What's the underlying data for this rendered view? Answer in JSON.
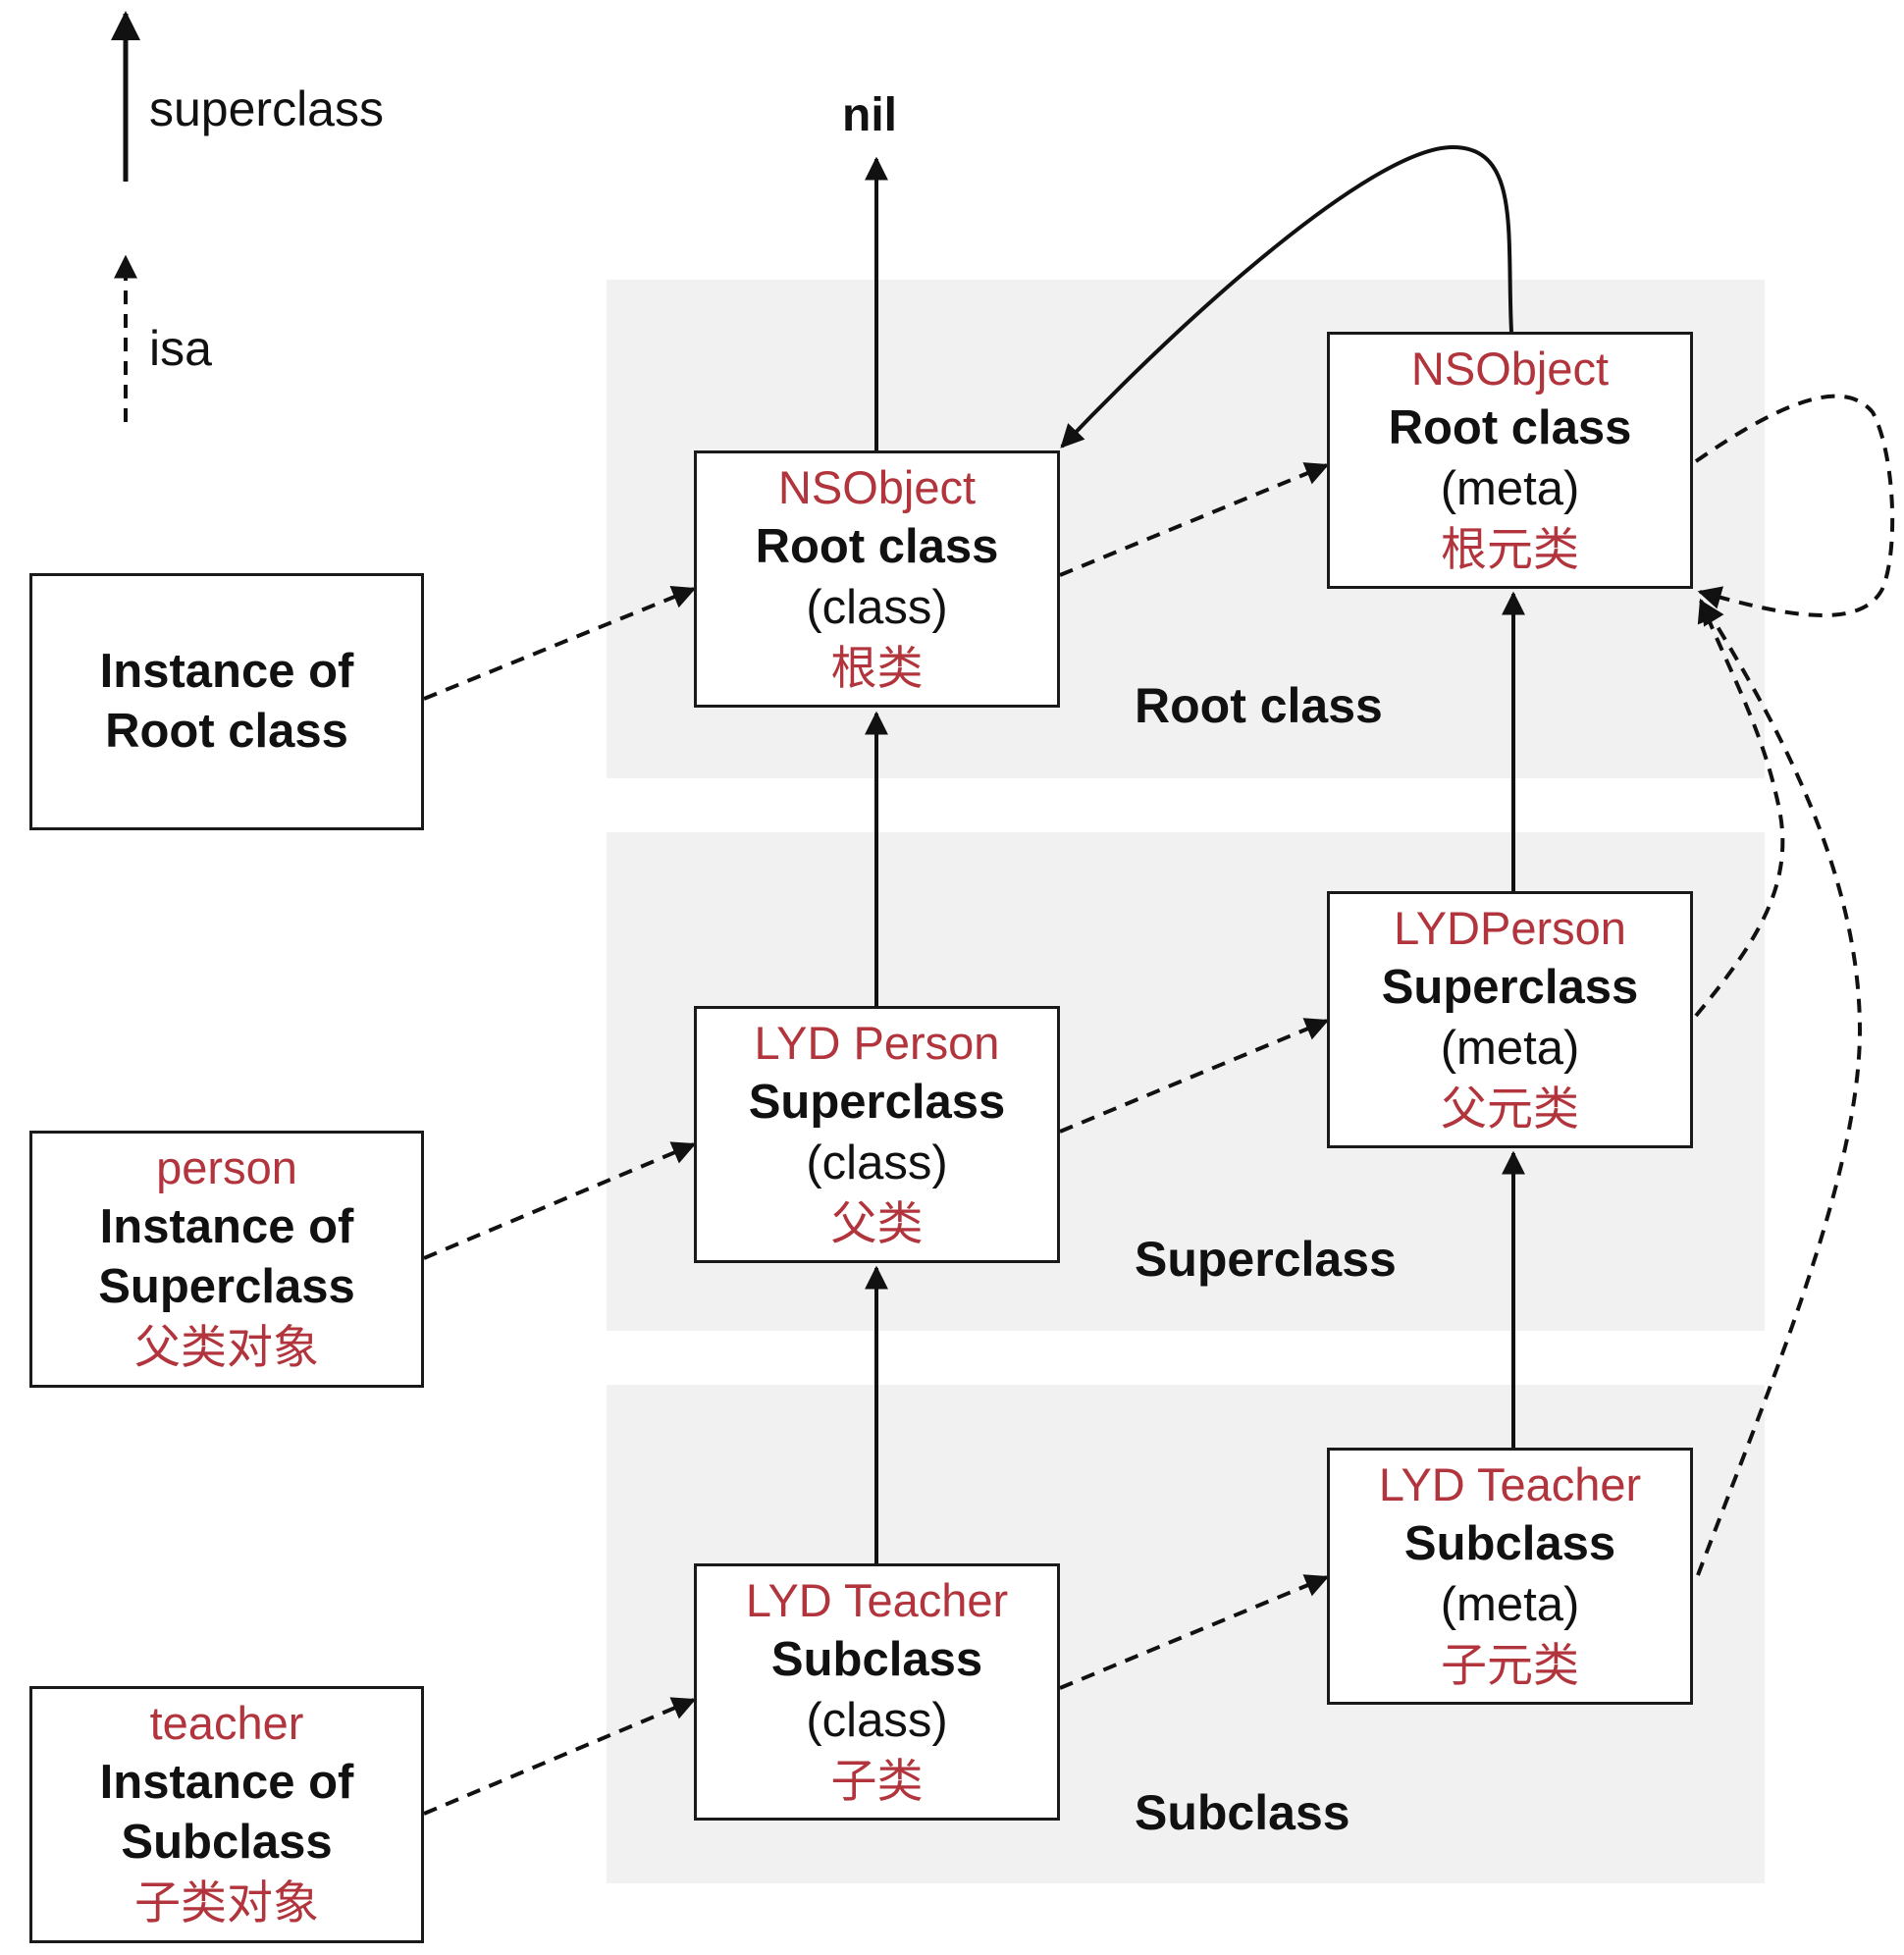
{
  "legend": {
    "superclass_label": "superclass",
    "isa_label": "isa"
  },
  "nil_label": "nil",
  "bands": {
    "root": "Root class",
    "super": "Superclass",
    "sub": "Subclass"
  },
  "instances": {
    "root": {
      "line1": "Instance of",
      "line2": "Root class"
    },
    "super": {
      "name": "person",
      "line1": "Instance of",
      "line2": "Superclass",
      "cn": "父类对象"
    },
    "sub": {
      "name": "teacher",
      "line1": "Instance of",
      "line2": "Subclass",
      "cn": "子类对象"
    }
  },
  "classes": {
    "root": {
      "name": "NSObject",
      "title": "Root class",
      "kind": "(class)",
      "cn": "根类"
    },
    "super": {
      "name": "LYD Person",
      "title": "Superclass",
      "kind": "(class)",
      "cn": "父类"
    },
    "sub": {
      "name": "LYD Teacher",
      "title": "Subclass",
      "kind": "(class)",
      "cn": "子类"
    }
  },
  "metas": {
    "root": {
      "name": "NSObject",
      "title": "Root class",
      "kind": "(meta)",
      "cn": "根元类"
    },
    "super": {
      "name": "LYDPerson",
      "title": "Superclass",
      "kind": "(meta)",
      "cn": "父元类"
    },
    "sub": {
      "name": "LYD Teacher",
      "title": "Subclass",
      "kind": "(meta)",
      "cn": "子元类"
    }
  },
  "colors": {
    "accent_red": "#b2343c",
    "band_gray": "#f1f1f1",
    "line": "#111111"
  }
}
